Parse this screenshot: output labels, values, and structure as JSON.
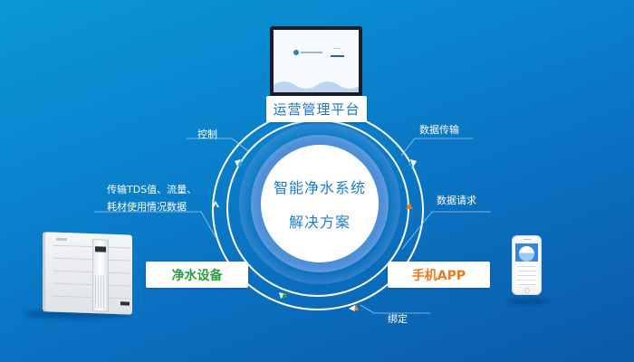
{
  "diagram": {
    "title_line1": "智能净水系统",
    "title_line2": "解决方案",
    "nodes": {
      "platform": {
        "label": "运营管理平台",
        "color": "#1a76c9"
      },
      "device": {
        "label": "净水设备",
        "color": "#2f9e3f"
      },
      "app": {
        "label": "手机APP",
        "color": "#ea7a1c"
      }
    },
    "edges": [
      {
        "from": "platform",
        "to": "device",
        "label": "控制",
        "arrow_color": "#29a6e6"
      },
      {
        "from": "device",
        "to": "platform",
        "label": "传输TDS值、流量、耗材使用情况数据",
        "arrow_color": "#2f9e3f"
      },
      {
        "from": "platform",
        "to": "app",
        "label": "数据传输",
        "arrow_color": "#29a6e6"
      },
      {
        "from": "app",
        "to": "platform",
        "label": "数据请求",
        "arrow_color": "#ea7a1c"
      },
      {
        "from": "device",
        "to": "app",
        "label": "",
        "arrow_color": "#2f9e3f"
      },
      {
        "from": "app",
        "to": "device",
        "label": "绑定",
        "arrow_color": "#ea7a1c"
      }
    ],
    "annotations": {
      "control": "控制",
      "transfer": "数据传输",
      "tds_line1": "传输TDS值、流量、",
      "tds_line2": "耗材使用情况数据",
      "request": "数据请求",
      "bind": "绑定"
    },
    "colors": {
      "background_top": "#0a97d6",
      "background_bottom": "#0a5aa8",
      "ring": "#ffffff",
      "center_text": "#1f7dcc"
    }
  }
}
